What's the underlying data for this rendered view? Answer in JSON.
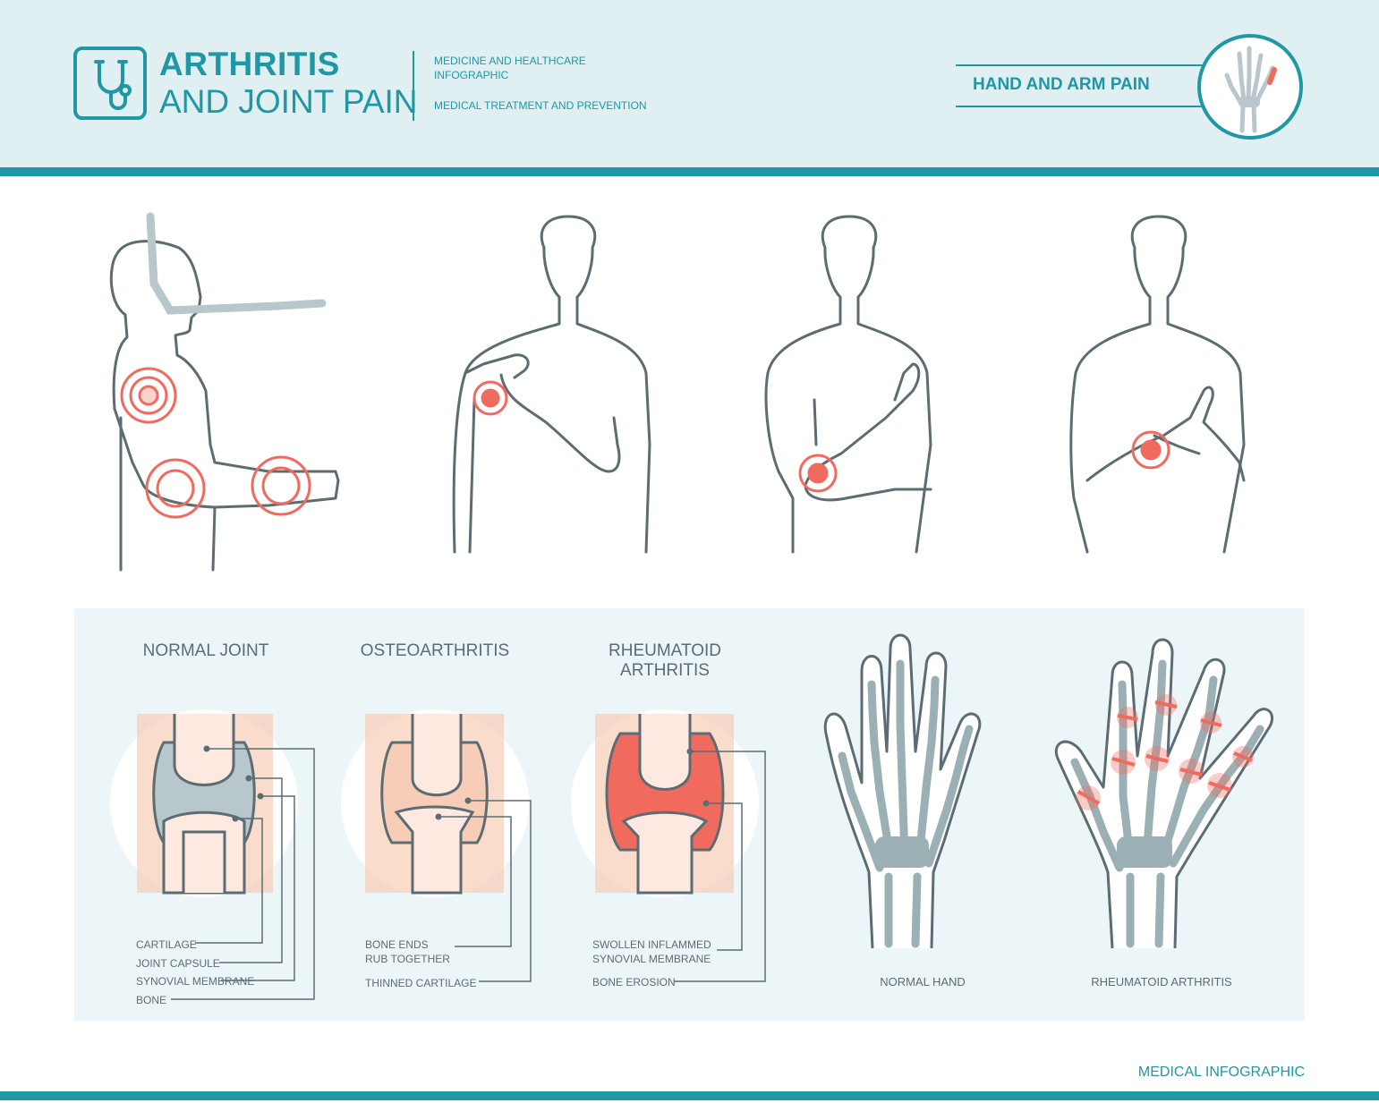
{
  "header": {
    "title_line1": "ARTHRITIS",
    "title_line2": "AND JOINT PAIN",
    "subtitle_line1": "MEDICINE AND HEALTHCARE",
    "subtitle_line2": "INFOGRAPHIC",
    "subtitle_line3": "MEDICAL TREATMENT AND PREVENTION",
    "section_label": "HAND AND ARM PAIN",
    "logo_icon": "stethoscope-icon",
    "badge_icon": "hand-skeleton-icon"
  },
  "joints": [
    {
      "title": "NORMAL JOINT",
      "labels": [
        "CARTILAGE",
        "JOINT CAPSULE",
        "SYNOVIAL MEMBRANE",
        "BONE"
      ]
    },
    {
      "title": "OSTEOARTHRITIS",
      "labels": [
        "BONE ENDS",
        "RUB TOGETHER",
        "THINNED CARTILAGE"
      ]
    },
    {
      "title_line1": "RHEUMATOID",
      "title_line2": "ARTHRITIS",
      "labels": [
        "SWOLLEN INFLAMMED",
        "SYNOVIAL MEMBRANE",
        "BONE EROSION"
      ]
    }
  ],
  "hands": {
    "normal_label": "NORMAL HAND",
    "ra_label": "RHEUMATOID ARTHRITIS"
  },
  "footer": {
    "text": "MEDICAL INFOGRAPHIC"
  },
  "colors": {
    "teal": "#1f97a5",
    "header_bg": "#dfeff2",
    "panel_bg": "#ecf6f8",
    "pain_red": "#f06a5e",
    "outline": "#5b6d73",
    "bone_gray": "#9bb0b5",
    "tissue_peach": "#f8cdb7"
  }
}
